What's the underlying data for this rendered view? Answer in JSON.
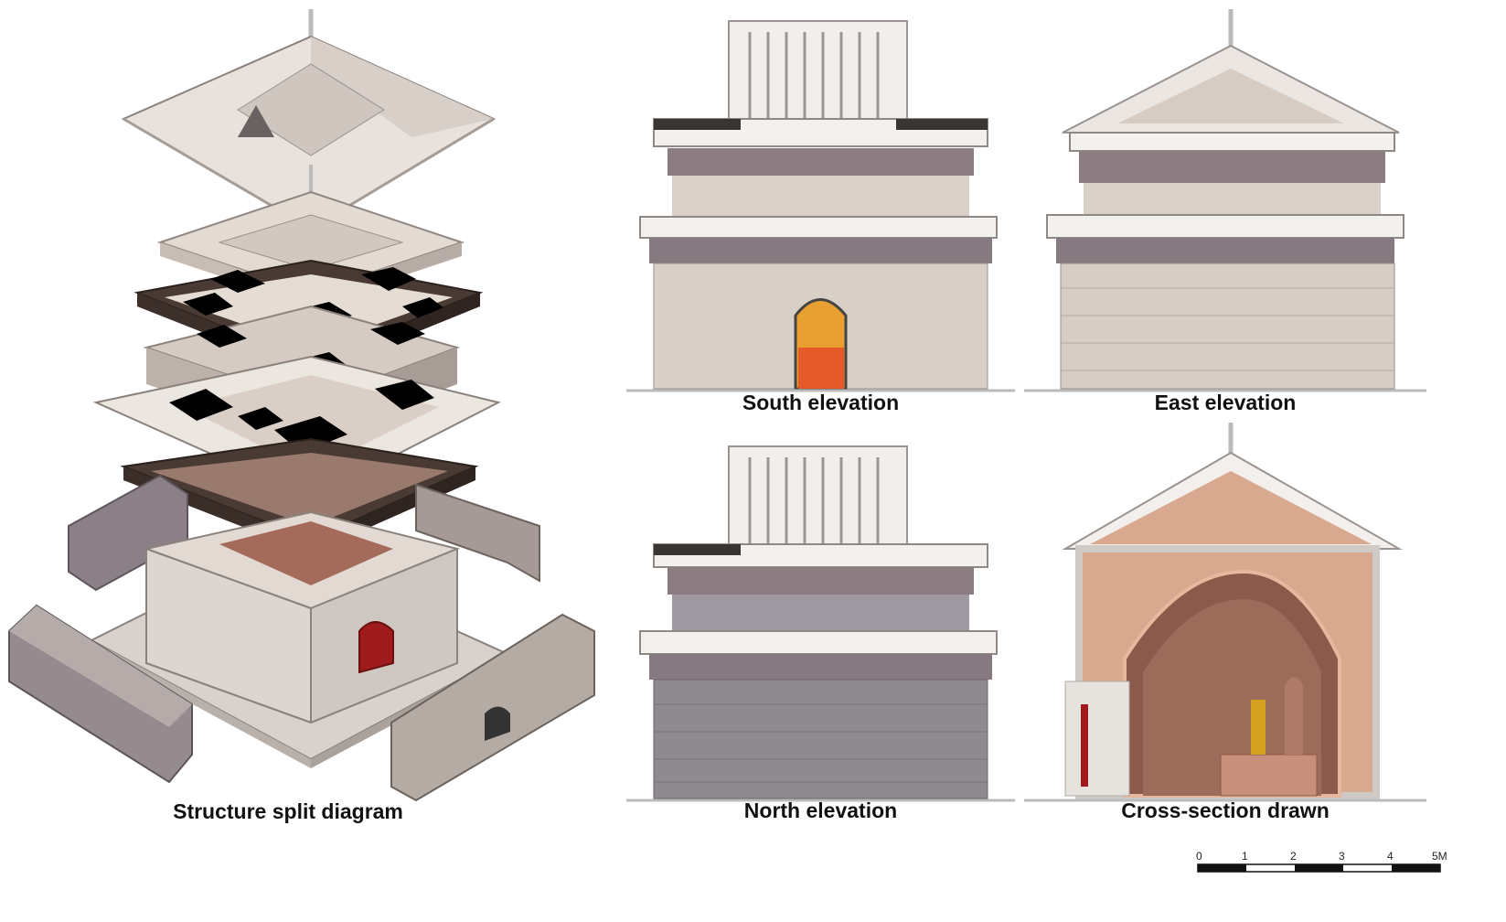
{
  "captions": {
    "split": "Structure split diagram",
    "south": "South elevation",
    "east": "East elevation",
    "north": "North elevation",
    "section": "Cross-section drawn"
  },
  "scale_bar": {
    "ticks": [
      "0",
      "1",
      "2",
      "3",
      "4",
      "5M"
    ]
  },
  "colors": {
    "stone_light": "#e6dcd3",
    "stone_mid": "#c9bdb3",
    "stone_dark": "#8f8580",
    "roof_white": "#f2efec",
    "beam_dark": "#4a3a34",
    "door_red": "#a01c1c",
    "section_clay": "#d8a98f",
    "section_brick": "#8a5a4a",
    "grey_wall": "#8e8a90"
  }
}
